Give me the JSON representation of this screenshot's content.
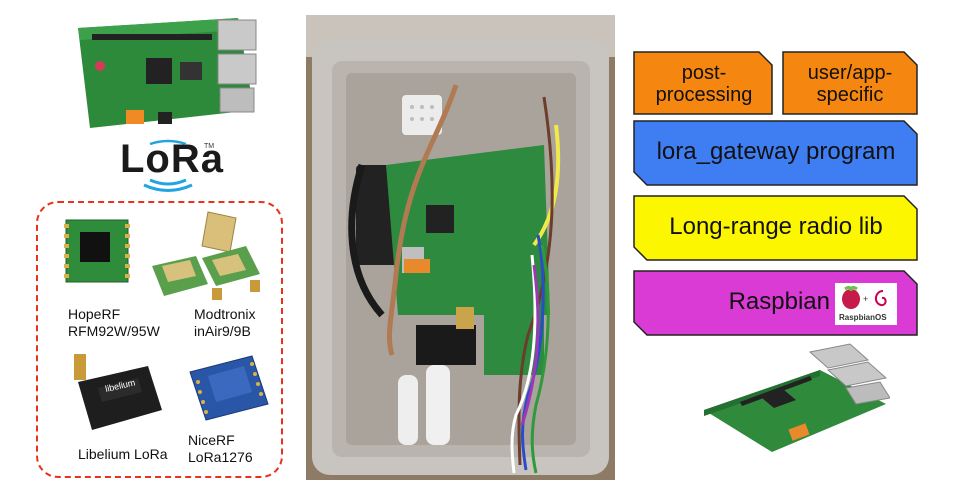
{
  "modules": {
    "hoperf": "HopeRF\nRFM92W/95W",
    "modtronix": "Modtronix\ninAir9/9B",
    "libelium": "Libelium LoRa",
    "nicerf": "NiceRF\nLoRa1276"
  },
  "lora_logo": {
    "text": "LoRa",
    "tm": "TM"
  },
  "stack": {
    "post": "post-\nprocessing",
    "user": "user/app-\nspecific",
    "gateway": "lora_gateway program",
    "radio": "Long-range radio lib",
    "raspbian": "Raspbian",
    "raspbian_os_logo": "RaspbianOS"
  },
  "colors": {
    "orange": "#f5860f",
    "blue": "#3f7ef2",
    "yellow": "#fcf600",
    "magenta": "#d93bd4",
    "dashed_border": "#e8331c"
  }
}
